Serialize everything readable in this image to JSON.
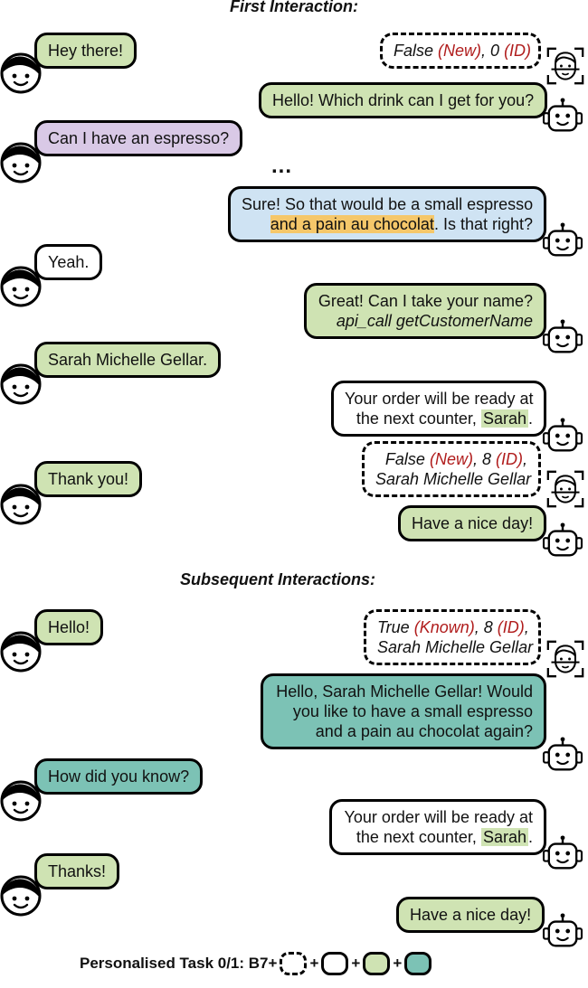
{
  "titles": {
    "first": "First Interaction:",
    "subsequent": "Subsequent Interactions:"
  },
  "first": {
    "u1": "Hey there!",
    "id1": {
      "bool": "False",
      "status": "(New)",
      "num": ", 0",
      "id": "(ID)"
    },
    "r1": "Hello! Which drink can I get for you?",
    "u2": "Can I have an espresso?",
    "ellipsis": "...",
    "r2": {
      "line1": "Sure! So that would be a small espresso",
      "line2_hl": "and a pain au chocolat",
      "line2_rest": ". Is that right?"
    },
    "u3": "Yeah.",
    "r3": {
      "line1": "Great! Can I take your name?",
      "line2": "api_call getCustomerName"
    },
    "u4": "Sarah Michelle Gellar.",
    "r4": {
      "line1": "Your order will be ready at",
      "line2_pre": "the next counter, ",
      "line2_hl": "Sarah",
      "line2_post": "."
    },
    "id2": {
      "bool": "False",
      "status": "(New)",
      "num": ", 8",
      "id": "(ID)",
      "comma": ",",
      "name": "Sarah Michelle Gellar"
    },
    "u5": "Thank you!",
    "r5": "Have a nice day!"
  },
  "subsequent": {
    "u1": "Hello!",
    "id1": {
      "bool": "True",
      "status": "(Known)",
      "num": ", 8",
      "id": "(ID)",
      "comma": ",",
      "name": "Sarah Michelle Gellar"
    },
    "r1": {
      "line1": "Hello, Sarah Michelle Gellar! Would",
      "line2": "you like to have a small espresso",
      "line3": "and a pain au chocolat again?"
    },
    "u2": "How did you know?",
    "r2": {
      "line1": "Your order will be ready at",
      "line2_pre": "the next counter, ",
      "line2_hl": "Sarah",
      "line2_post": "."
    },
    "u3": "Thanks!",
    "r3": "Have a nice day!"
  },
  "footer": {
    "label": "Personalised Task 0/1: B7+",
    "plus": "+"
  },
  "colors": {
    "green": "#cfe3b3",
    "purple": "#d9c9e6",
    "teal": "#7cc2b5",
    "blue": "#cfe3f3",
    "orange": "#f5c76a",
    "red": "#b01c1c"
  }
}
